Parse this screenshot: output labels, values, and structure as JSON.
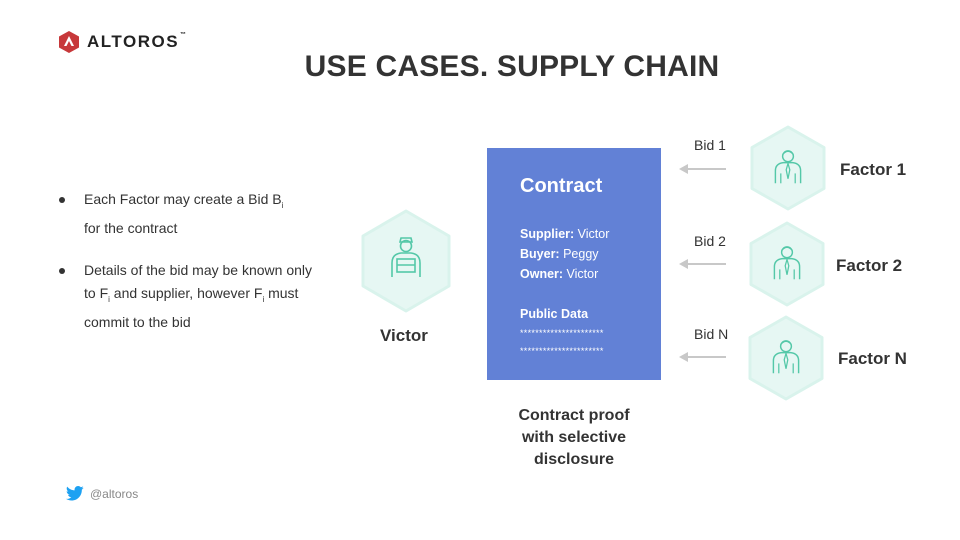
{
  "logo": {
    "text": "ALTOROS",
    "tm": "™"
  },
  "title": "USE CASES. SUPPLY CHAIN",
  "bullets": [
    {
      "text_a": "Each Factor may create a Bid B",
      "sub_a": "i",
      "text_b": "for the contract"
    },
    {
      "text_a": "Details of the bid may be known only to F",
      "sub_a": "i",
      "text_b": " and supplier, however F",
      "sub_b": "i",
      "text_c": " must commit to the bid"
    }
  ],
  "contract": {
    "title": "Contract",
    "supplier_key": "Supplier:",
    "supplier_val": "Victor",
    "buyer_key": "Buyer:",
    "buyer_val": "Peggy",
    "owner_key": "Owner:",
    "owner_val": "Victor",
    "public_title": "Public Data",
    "stars_1": "**********************",
    "stars_2": "**********************"
  },
  "supplier": {
    "label": "Victor"
  },
  "factors": [
    {
      "label": "Factor 1",
      "bid": "Bid 1"
    },
    {
      "label": "Factor 2",
      "bid": "Bid 2"
    },
    {
      "label": "Factor N",
      "bid": "Bid N"
    }
  ],
  "caption": {
    "line1": "Contract proof",
    "line2": "with selective",
    "line3": "disclosure"
  },
  "social": {
    "handle": "@altoros",
    "icon": "twitter-icon"
  },
  "colors": {
    "contract_bg": "#6281d6",
    "hex_fill": "#e6f7f3",
    "hex_stroke": "#d9f3ec",
    "icon_stroke": "#54c8a8",
    "logo_red": "#c7383a",
    "twitter_blue": "#1da1f2",
    "arrow": "#c8c8c8"
  }
}
